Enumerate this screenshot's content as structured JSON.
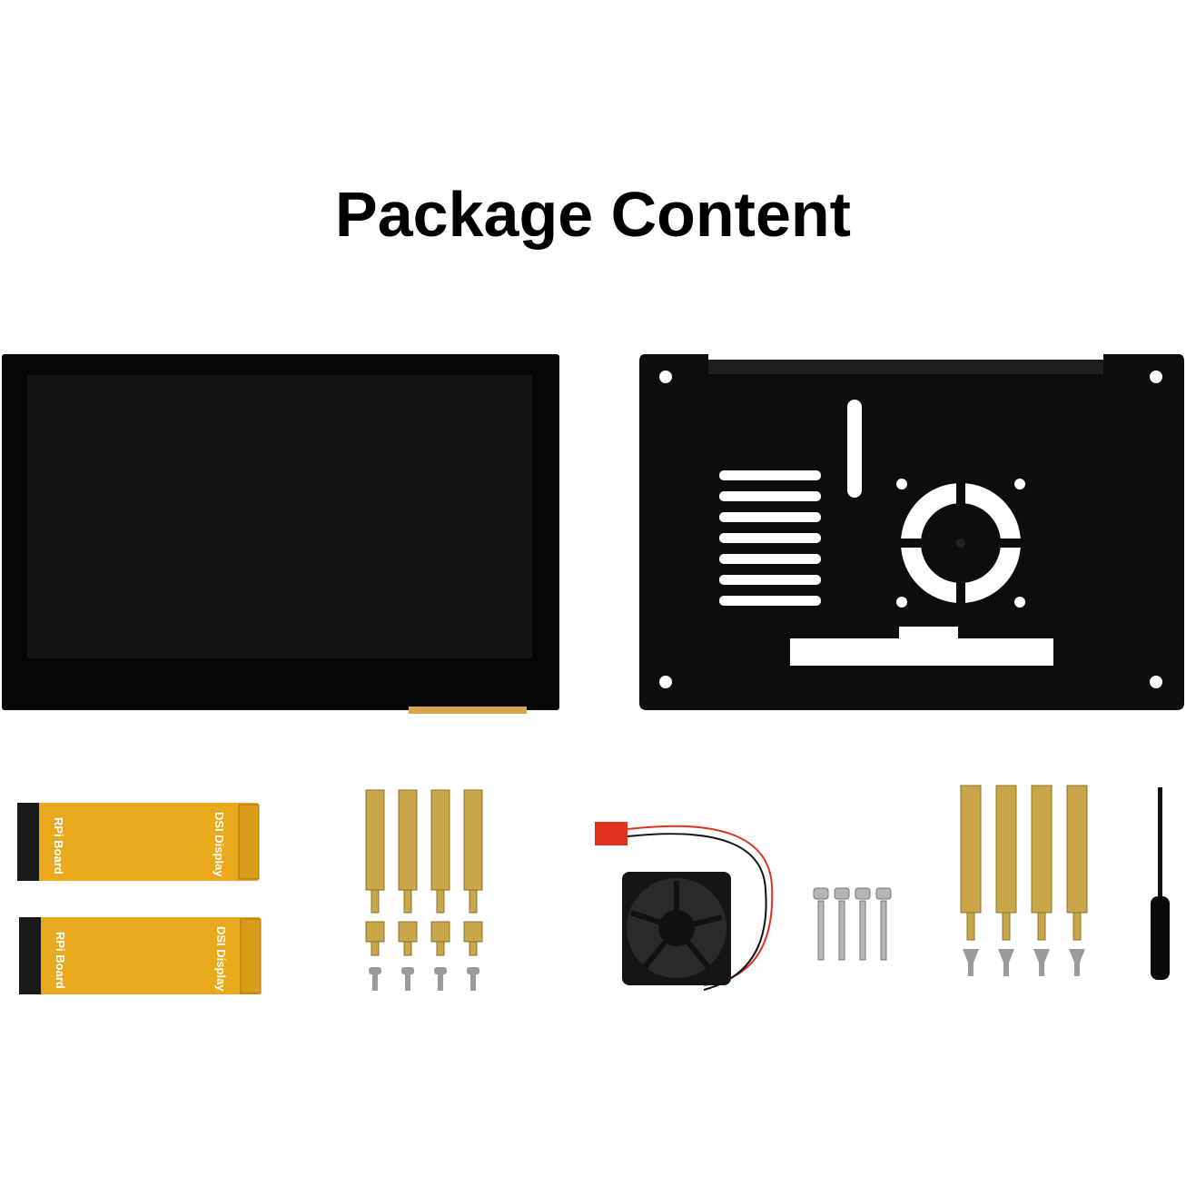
{
  "title": "Package Content",
  "items": {
    "display": {
      "name": "lcd-display"
    },
    "case_plate": {
      "name": "black-case-plate"
    },
    "fpc_cables": {
      "count": 2,
      "label_left": "RPi Board",
      "label_right": "DSI Display",
      "color": "#e8a91c"
    },
    "short_standoffs": {
      "count": 4
    },
    "fan": {
      "connector_color": "#e0301e"
    },
    "fan_screws": {
      "count": 4
    },
    "long_standoffs": {
      "count": 4
    },
    "screwdriver": {
      "count": 1
    }
  },
  "colors": {
    "brass": "#c9a64a",
    "black": "#0d0d0d",
    "flex": "#e8a91c"
  }
}
